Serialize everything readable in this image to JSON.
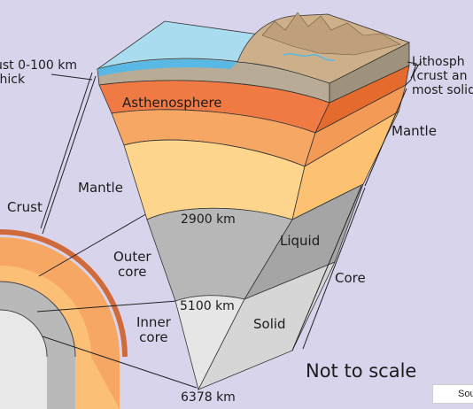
{
  "labels": {
    "crust_thickness": [
      "ust 0-100 km",
      "thick"
    ],
    "lithosphere": [
      "Lithosph",
      "(crust an",
      "most solid"
    ],
    "asthenosphere": "Asthenosphere",
    "mantle_left": "Mantle",
    "mantle_right": "Mantle",
    "crust": "Crust",
    "depth_2900": "2900 km",
    "liquid": "Liquid",
    "outer_core": [
      "Outer",
      "core"
    ],
    "core": "Core",
    "depth_5100": "5100 km",
    "inner_core": [
      "Inner",
      "core"
    ],
    "solid": "Solid",
    "not_to_scale": "Not to scale",
    "depth_6378": "6378 km"
  },
  "source_button": "Sou",
  "colors": {
    "background": "#d8d4ec",
    "ocean": "#a9dcef",
    "crust_band": "#b9ac96",
    "asthenosphere": "#f07a44",
    "upper_mantle": "#f7a764",
    "lower_mantle": "#fdd58c",
    "outer_core": "#b7b7b7",
    "inner_core": "#e6e6e6",
    "terrain": "#cdb08a"
  }
}
